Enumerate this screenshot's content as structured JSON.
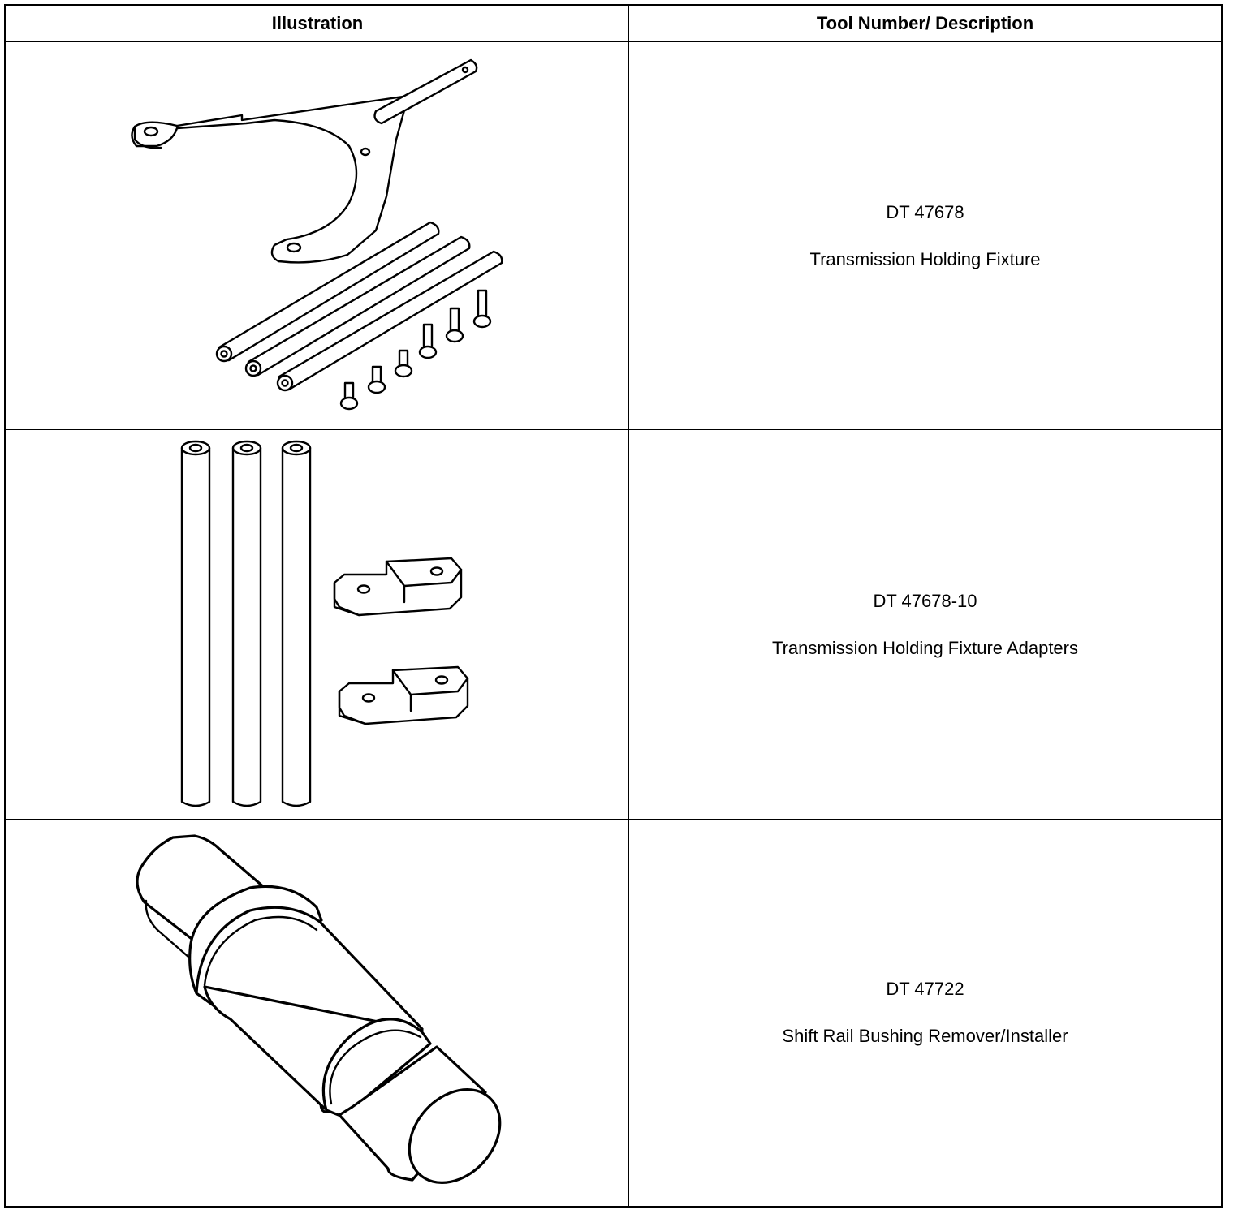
{
  "table": {
    "headers": {
      "illustration": "Illustration",
      "description": "Tool Number/ Description"
    },
    "rows": [
      {
        "tool_number": "DT 47678",
        "description": "Transmission Holding Fixture"
      },
      {
        "tool_number": "DT 47678-10",
        "description": "Transmission Holding Fixture Adapters"
      },
      {
        "tool_number": "DT 47722",
        "description": "Shift Rail Bushing Remover/Installer"
      }
    ]
  }
}
